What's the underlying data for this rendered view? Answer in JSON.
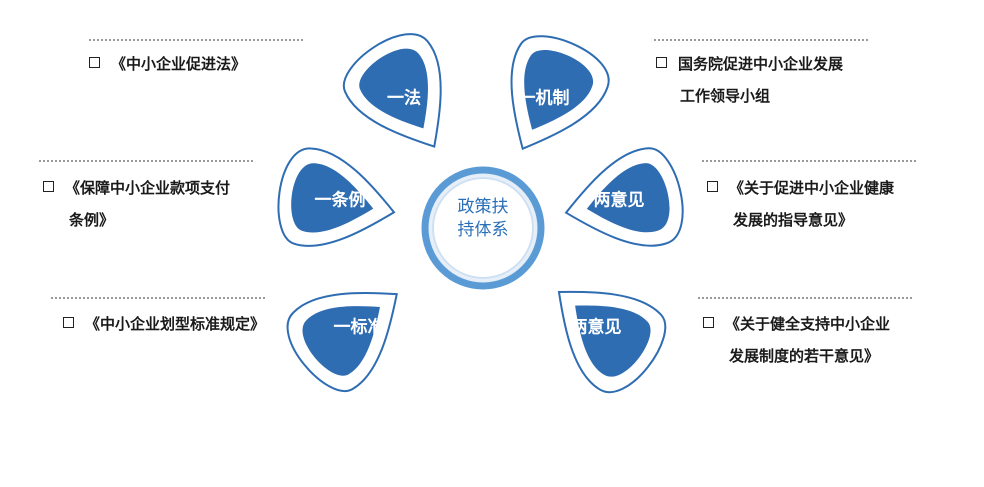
{
  "center": {
    "line1": "政策扶",
    "line2": "持体系"
  },
  "petals": {
    "top_left": "一法",
    "top_right": "一机制",
    "mid_left": "一条例",
    "mid_right": "两意见",
    "bottom_left": "一标准",
    "bottom_right": "两意见"
  },
  "notes": {
    "left_1": {
      "line1": "《中小企业促进法》"
    },
    "left_2": {
      "line1": "《保障中小企业款项支付",
      "line2": "条例》"
    },
    "left_3": {
      "line1": "《中小企业划型标准规定》"
    },
    "right_1": {
      "line1": "国务院促进中小企业发展",
      "line2": "工作领导小组"
    },
    "right_2": {
      "line1": "《关于促进中小企业健康",
      "line2": "发展的指导意见》"
    },
    "right_3": {
      "line1": "《关于健全支持中小企业",
      "line2": "发展制度的若干意见》"
    }
  },
  "colors": {
    "petal_fill": "#2f6db3",
    "petal_outline": "#2f6db3",
    "center_ring": "#5b9bd5",
    "center_text": "#2a6fb8"
  }
}
